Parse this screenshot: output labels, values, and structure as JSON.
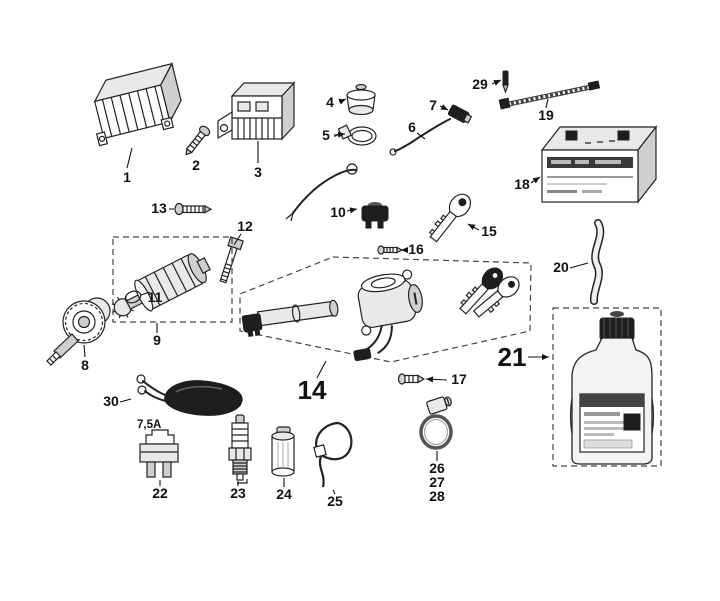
{
  "background": "#ffffff",
  "ink": "#222222",
  "fuse_rating": "7,5A",
  "parts": [
    {
      "label": "1",
      "item": "cdi-unit"
    },
    {
      "label": "2",
      "item": "screw"
    },
    {
      "label": "3",
      "item": "regulator-rectifier"
    },
    {
      "label": "4",
      "item": "rubber-cap"
    },
    {
      "label": "5",
      "item": "clamp-ring"
    },
    {
      "label": "6",
      "item": "wire-lead"
    },
    {
      "label": "7",
      "item": "connector"
    },
    {
      "label": "8",
      "item": "starter-clutch-gear"
    },
    {
      "label": "9",
      "item": "starter-motor-assembly"
    },
    {
      "label": "10",
      "item": "switch-with-cable"
    },
    {
      "label": "11",
      "item": "o-ring"
    },
    {
      "label": "12",
      "item": "bolt"
    },
    {
      "label": "13",
      "item": "screw"
    },
    {
      "label": "14",
      "item": "ignition-lock-set"
    },
    {
      "label": "15",
      "item": "key"
    },
    {
      "label": "16",
      "item": "screw"
    },
    {
      "label": "17",
      "item": "screw"
    },
    {
      "label": "18",
      "item": "battery"
    },
    {
      "label": "19",
      "item": "cable"
    },
    {
      "label": "20",
      "item": "breather-tube"
    },
    {
      "label": "21",
      "item": "oil-bottle"
    },
    {
      "label": "22",
      "item": "fuse"
    },
    {
      "label": "23",
      "item": "spark-plug"
    },
    {
      "label": "24",
      "item": "grease-tube"
    },
    {
      "label": "25",
      "item": "cable-tie"
    },
    {
      "label": "26",
      "item": "hose-clamp"
    },
    {
      "label": "27",
      "item": "hose-clamp"
    },
    {
      "label": "28",
      "item": "hose-clamp"
    },
    {
      "label": "29",
      "item": "pin-screw"
    },
    {
      "label": "30",
      "item": "wire-boot"
    }
  ]
}
